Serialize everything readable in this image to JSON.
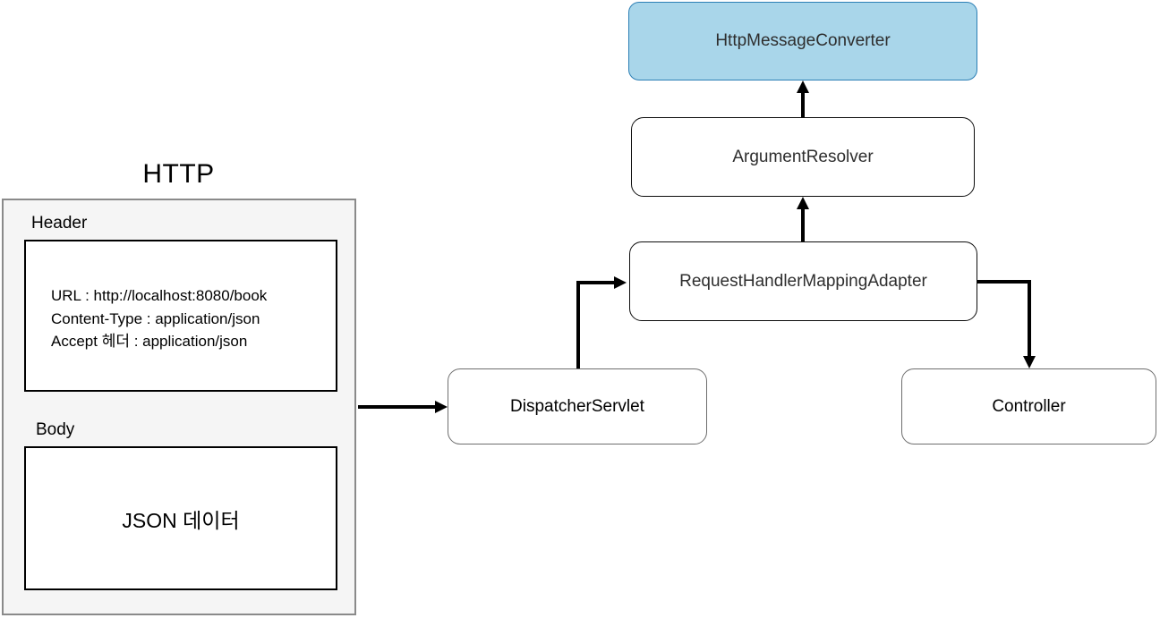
{
  "diagram": {
    "http_group": {
      "title": "HTTP",
      "header_label": "Header",
      "header_lines": [
        "URL : http://localhost:8080/book",
        "Content-Type : application/json",
        "Accept 헤더 : application/json"
      ],
      "body_label": "Body",
      "body_text": "JSON 데이터"
    },
    "nodes": {
      "http_message_converter": "HttpMessageConverter",
      "argument_resolver": "ArgumentResolver",
      "request_handler_mapping_adapter": "RequestHandlerMappingAdapter",
      "dispatcher_servlet": "DispatcherServlet",
      "controller": "Controller"
    },
    "colors": {
      "highlight_fill": "#a9d6ea",
      "highlight_border": "#2c7fb5",
      "panel_fill": "#f5f5f5",
      "panel_border": "#8a8a8a",
      "node_border_dark": "#0d0d0d",
      "node_border_gray": "#6e6e6e",
      "arrow": "#000000",
      "background": "#ffffff"
    }
  }
}
